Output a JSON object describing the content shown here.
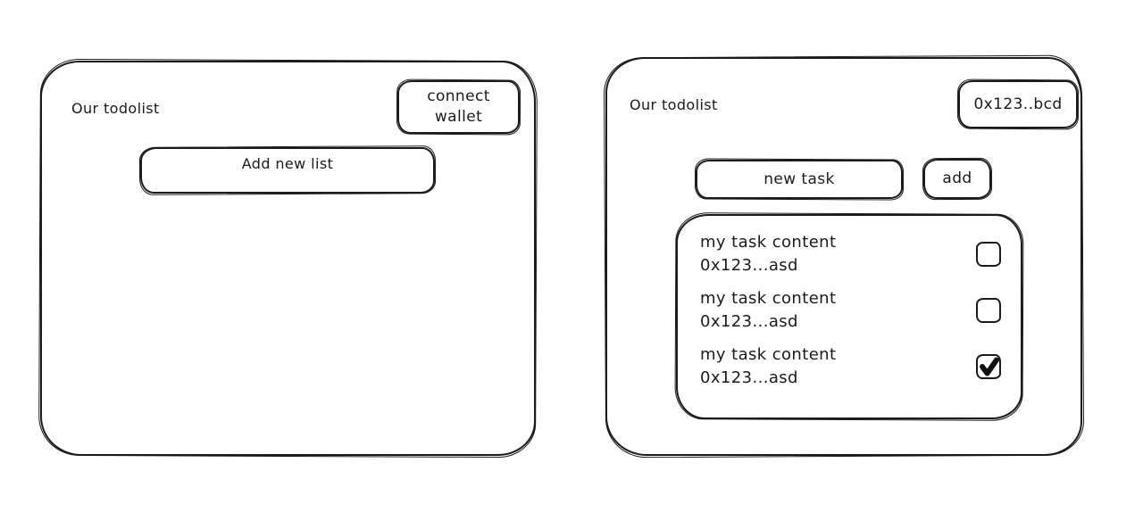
{
  "app": {
    "background_color": "#ffffff",
    "stroke_color": "#1b1b1b"
  },
  "left_panel": {
    "title": "Our todolist",
    "connect_wallet_button": {
      "line1": "connect",
      "line2": "wallet"
    },
    "add_new_list_button": "Add new list"
  },
  "right_panel": {
    "title": "Our todolist",
    "wallet_address_button": "0x123..bcd",
    "new_task_input": "new task",
    "add_button": "add",
    "task_list": {
      "tasks": [
        {
          "content": "my task content",
          "address": "0x123...asd",
          "checked": false
        },
        {
          "content": "my task content",
          "address": "0x123...asd",
          "checked": false
        },
        {
          "content": "my task content",
          "address": "0x123...asd",
          "checked": true
        }
      ]
    }
  }
}
